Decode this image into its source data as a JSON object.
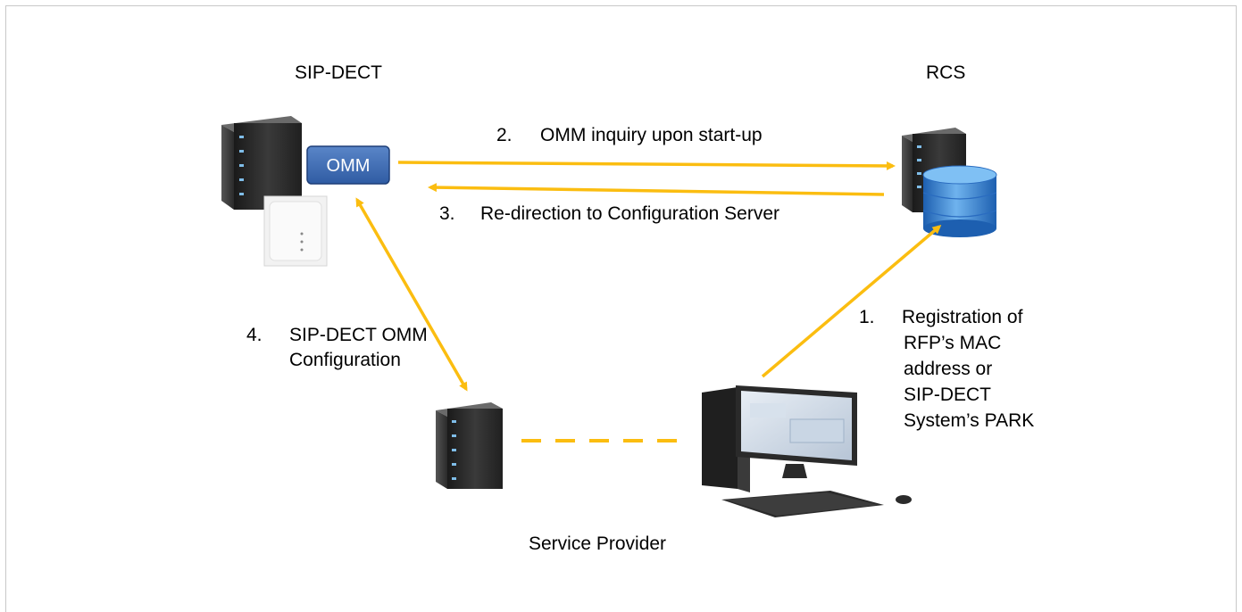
{
  "nodes": {
    "sip_dect": {
      "title": "SIP-DECT",
      "omm_label": "OMM"
    },
    "rcs": {
      "title": "RCS"
    },
    "service_provider": {
      "title": "Service Provider"
    }
  },
  "steps": {
    "step1": {
      "number": "1.",
      "lines": [
        "Registration of",
        "RFP’s MAC",
        "address or",
        "SIP-DECT",
        "System’s PARK"
      ]
    },
    "step2": {
      "number": "2.",
      "text": "OMM inquiry upon start-up"
    },
    "step3": {
      "number": "3.",
      "text": "Re-direction to Configuration Server"
    },
    "step4": {
      "number": "4.",
      "lines": [
        "SIP-DECT OMM",
        "Configuration"
      ]
    }
  },
  "colors": {
    "arrow": "#fbbd10",
    "omm_box": "#3d6bb3",
    "server_dark": "#2b2b2b",
    "database": "#3a7fd0"
  },
  "icons": [
    "server-icon",
    "access-point-icon",
    "database-icon",
    "desktop-computer-icon"
  ]
}
